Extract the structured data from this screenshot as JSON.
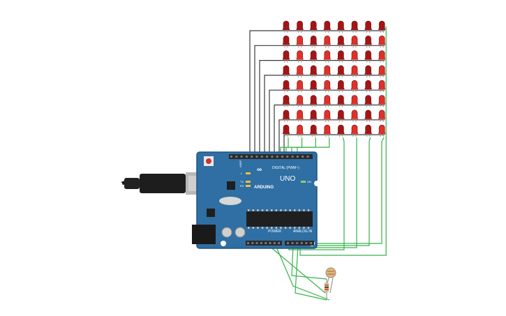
{
  "board": {
    "brand": "ARDUINO",
    "model": "UNO",
    "digital_label": "DIGITAL (PWM~)",
    "power_label": "POWER",
    "analog_label": "ANALOG IN",
    "on_label": "ON",
    "tx_label": "TX",
    "rx_label": "RX",
    "l_label": "L",
    "aref_label": "AREF",
    "colors": {
      "pcb": "#2f6fa3",
      "pcb_edge": "#21557f",
      "header": "#2b2b2b",
      "chip": "#1f1f1f"
    }
  },
  "led_matrix": {
    "rows": 8,
    "cols": 8,
    "colors": {
      "led_dark": "#a31616",
      "led_lit": "#e0302a",
      "led_leg": "#9a9a9a"
    }
  },
  "wires": {
    "colors": {
      "row_wire": "#3a3a3a",
      "col_wire": "#34b24a"
    }
  },
  "sensor": {
    "component": "photoresistor",
    "resistor": "resistor",
    "colors": {
      "body": "#d9b98a",
      "band": "#b5651d"
    }
  },
  "usb": {
    "colors": {
      "plug": "#2a2a2a",
      "metal": "#b8b8b8"
    }
  }
}
